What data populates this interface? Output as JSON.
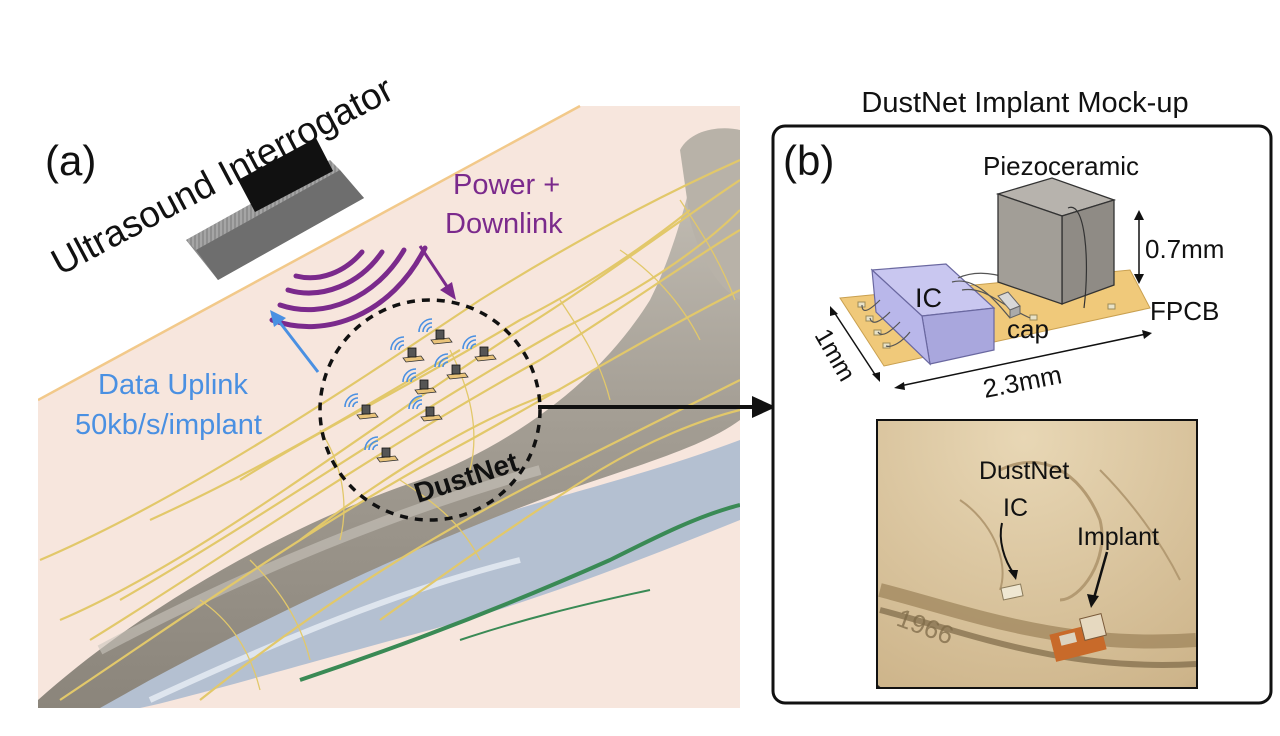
{
  "panel_a": {
    "label": "(a)",
    "interrogator_label": "Ultrasound Interrogator",
    "power_label_line1": "Power +",
    "power_label_line2": "Downlink",
    "uplink_label_line1": "Data Uplink",
    "uplink_label_line2": "50kb/s/implant",
    "network_label": "DustNet"
  },
  "panel_b": {
    "title": "DustNet Implant Mock-up",
    "label": "(b)",
    "piezo_label": "Piezoceramic",
    "height_dim": "0.7mm",
    "ic_label": "IC",
    "cap_label": "cap",
    "fpcb_label": "FPCB",
    "width_dim": "1mm",
    "length_dim": "2.3mm",
    "photo_label_dustnet": "DustNet",
    "photo_label_ic": "IC",
    "photo_label_implant": "Implant",
    "coin_text": "1966"
  },
  "colors": {
    "tissue": "#f7e6dd",
    "skin_line": "#f2c98a",
    "bone": "#a9a39a",
    "nerve": "#e8d27a",
    "vessel": "#9bb0c7",
    "green_vessel": "#3a8a55",
    "power": "#7b2a8c",
    "uplink": "#4a90e2",
    "fpcb": "#f0c97a",
    "ic": "#b9b7ea",
    "piezo": "#9e9a94",
    "photo_bg": "#c7ab7a"
  }
}
